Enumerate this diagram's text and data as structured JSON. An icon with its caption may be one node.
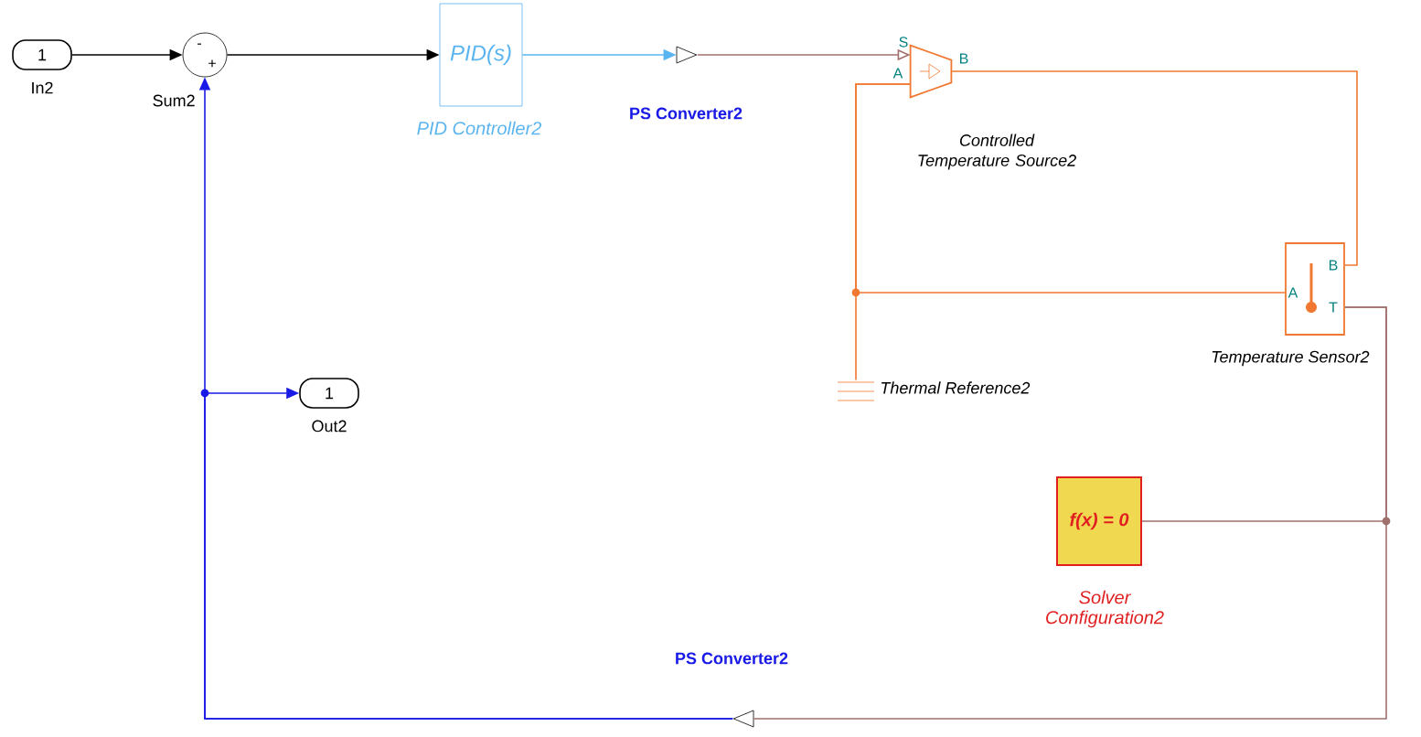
{
  "diagram": {
    "nodes": [
      {
        "text": [
          "1"
        ],
        "beside": [
          "In2"
        ]
      },
      {
        "text": [],
        "shape": "circle",
        "beside": [
          "Sum2"
        ]
      },
      {
        "text": [
          "PID(s)"
        ],
        "beside": [
          "PID Controller2"
        ]
      },
      {
        "text": [],
        "shape": "triangle",
        "beside": [
          "PS Converter2"
        ]
      },
      {
        "text": [],
        "shape": "trapezoid",
        "beside": [
          "Controlled Temperature Source2"
        ]
      },
      {
        "text": [],
        "shape": "box",
        "beside": [
          "Temperature Sensor2"
        ]
      },
      {
        "text": [],
        "shape": "ground",
        "beside": [
          "Thermal Reference2"
        ]
      },
      {
        "text": [
          "1"
        ],
        "beside": [
          "Out2"
        ]
      },
      {
        "text": [
          "f(x) = 0"
        ],
        "beside": [
          "Solver Configuration2"
        ]
      },
      {
        "text": [],
        "shape": "triangle",
        "beside": [
          "PS Converter2"
        ]
      }
    ],
    "edges": [
      {
        "from": 0,
        "to": 1,
        "arrow": "to",
        "color": "#000000"
      },
      {
        "from": 1,
        "to": 2,
        "arrow": "to",
        "color": "#000000"
      },
      {
        "from": 2,
        "to": 3,
        "arrow": "to",
        "color": "#5ab4f0"
      },
      {
        "from": 3,
        "to": 4,
        "arrow": "to",
        "color": "#a0706e"
      },
      {
        "from": 4,
        "to": 5,
        "arrow": "none",
        "color": "#f07830"
      },
      {
        "from": 4,
        "to": 6,
        "arrow": "none",
        "color": "#f07830"
      },
      {
        "from": 4,
        "to": 5,
        "arrow": "none",
        "color": "#f07830"
      },
      {
        "from": 5,
        "to": 8,
        "arrow": "none",
        "color": "#a0706e"
      },
      {
        "from": 5,
        "to": 9,
        "arrow": "none",
        "color": "#a0706e"
      },
      {
        "from": 9,
        "to": 1,
        "arrow": "to",
        "color": "#1a1ae6"
      },
      {
        "from": 9,
        "to": 7,
        "arrow": "to",
        "color": "#1a1ae6"
      }
    ],
    "labels": [
      "-",
      "+",
      "S",
      "A",
      "B",
      "A",
      "B",
      "T"
    ]
  }
}
